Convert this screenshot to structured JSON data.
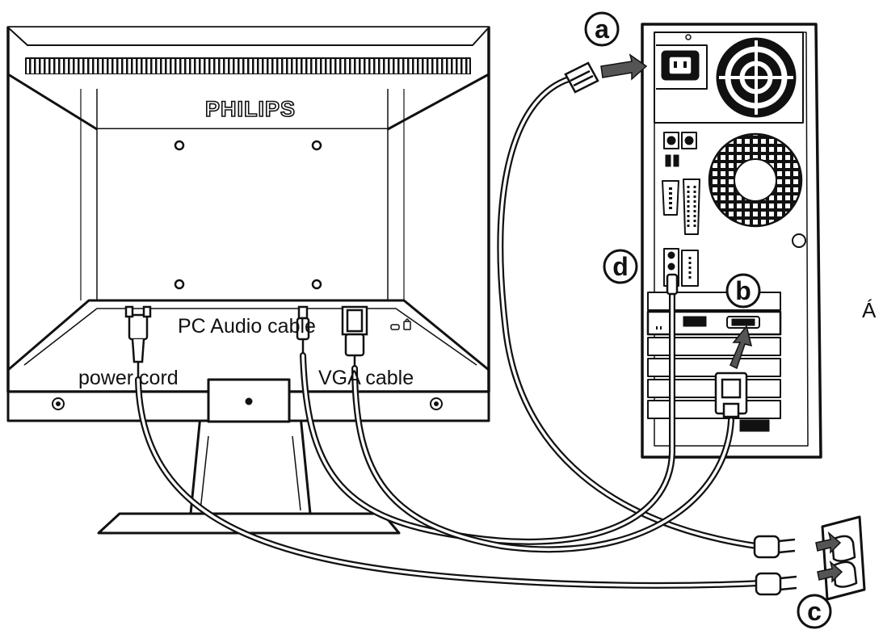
{
  "brand": "PHILIPS",
  "labels": {
    "power_cord": "power cord",
    "pc_audio_cable": "PC Audio cable",
    "vga_cable": "VGA cable"
  },
  "callouts": {
    "a": "a",
    "b": "b",
    "c": "c",
    "d": "d"
  },
  "side_char": "Á"
}
